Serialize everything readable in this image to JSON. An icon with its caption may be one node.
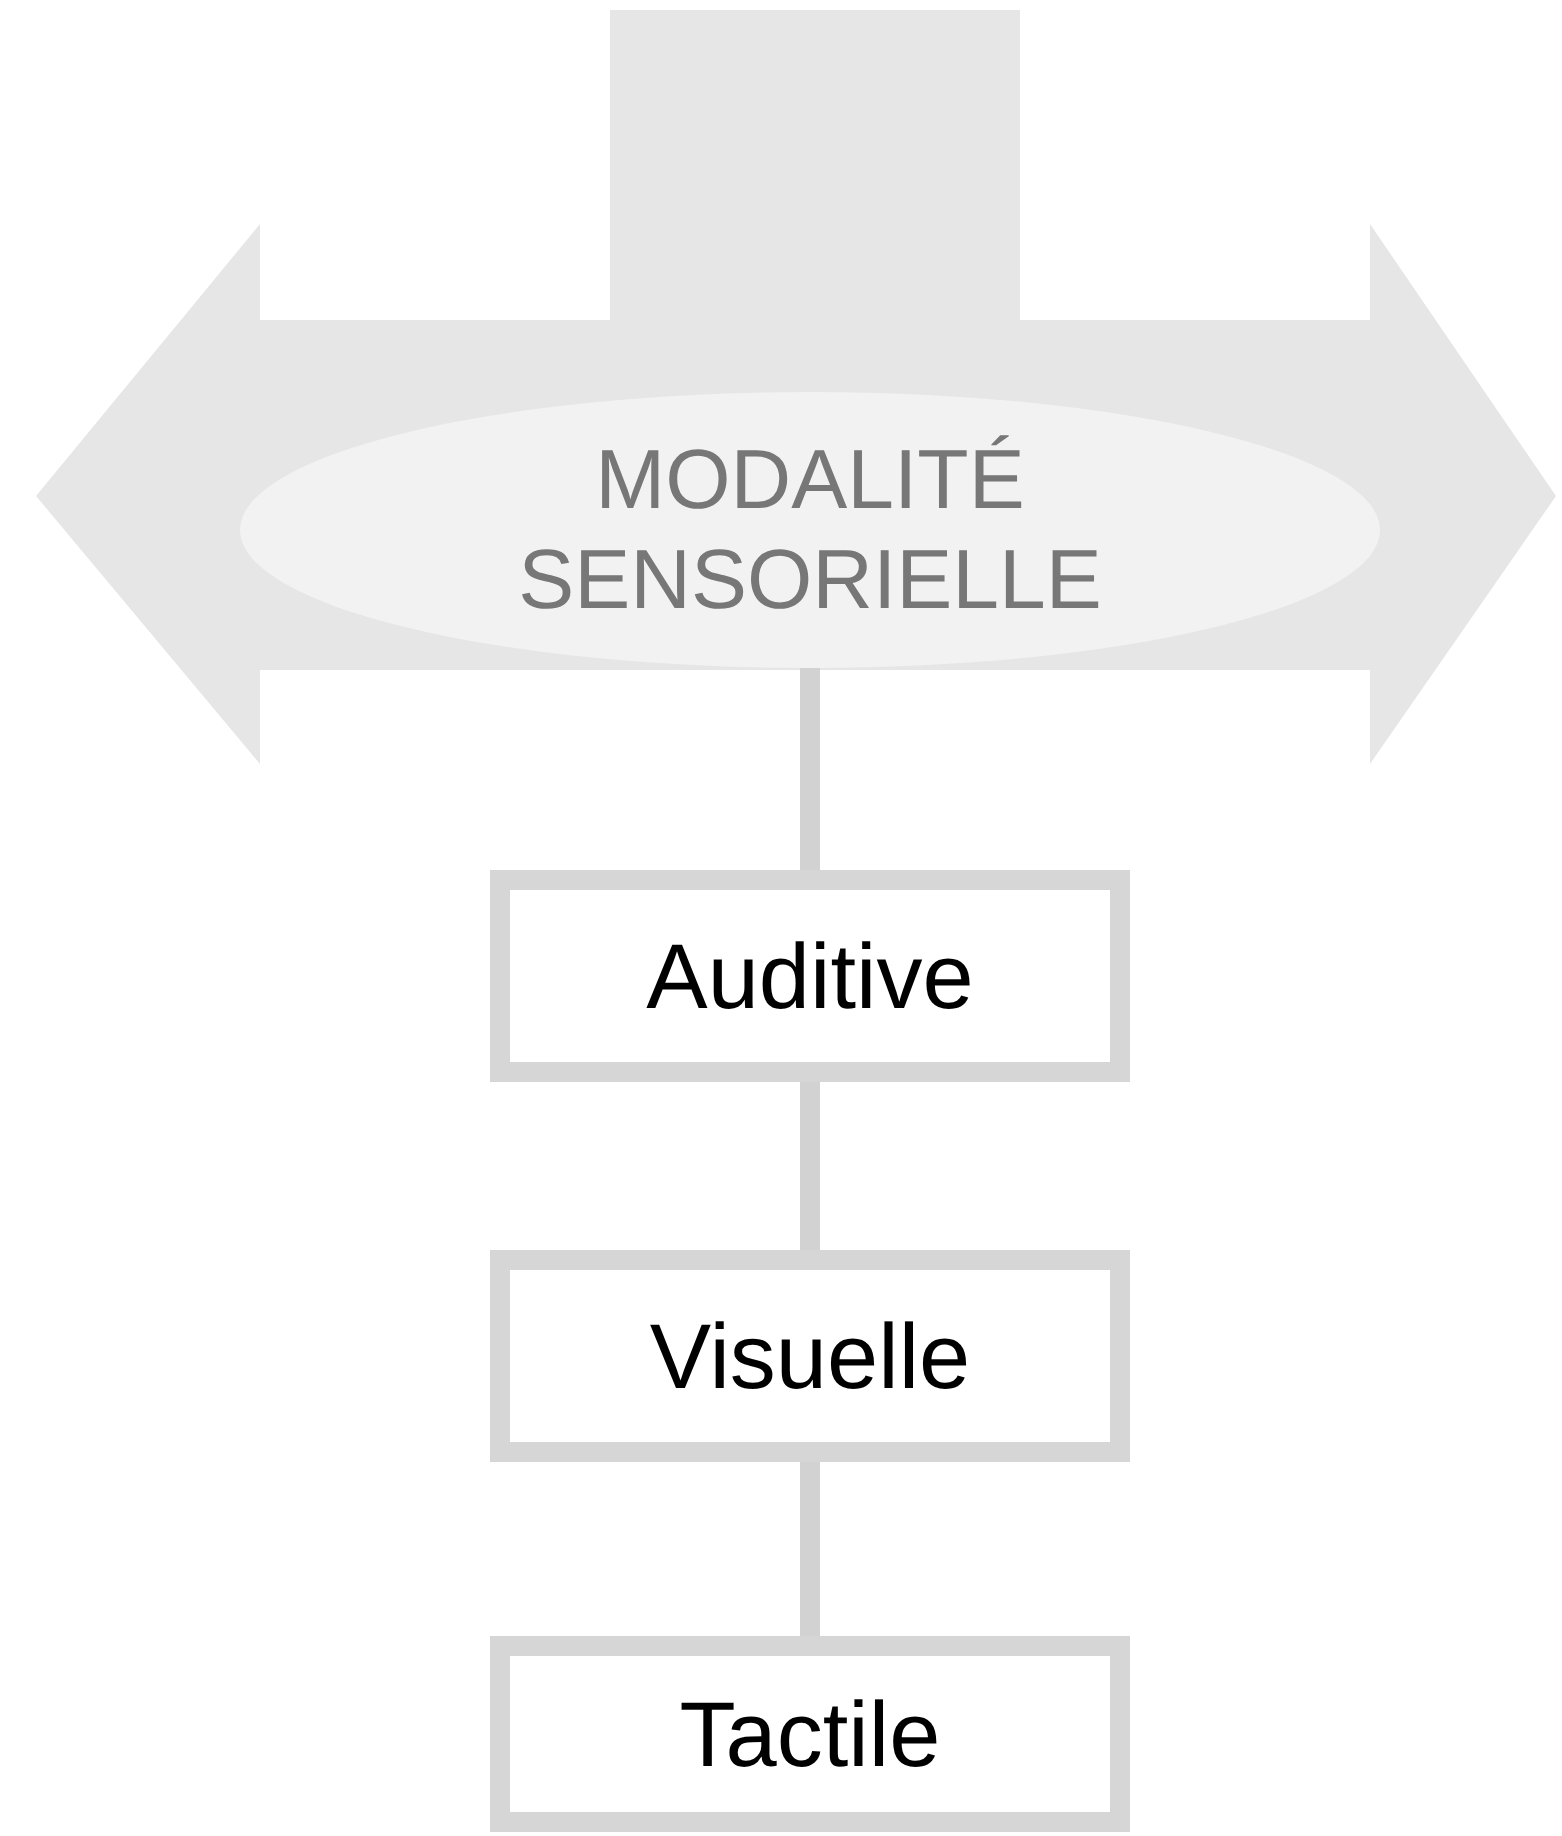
{
  "diagram": {
    "nodes": [
      {
        "text": [
          "MODALITÉ SENSORIELLE"
        ]
      },
      {
        "text": [
          "Auditive"
        ]
      },
      {
        "text": [
          "Visuelle"
        ]
      },
      {
        "text": [
          "Tactile"
        ]
      }
    ],
    "edges": [
      {
        "from": 0,
        "to": 1,
        "arrow": "none"
      },
      {
        "from": 1,
        "to": 2,
        "arrow": "none"
      },
      {
        "from": 2,
        "to": 3,
        "arrow": "none"
      }
    ]
  }
}
